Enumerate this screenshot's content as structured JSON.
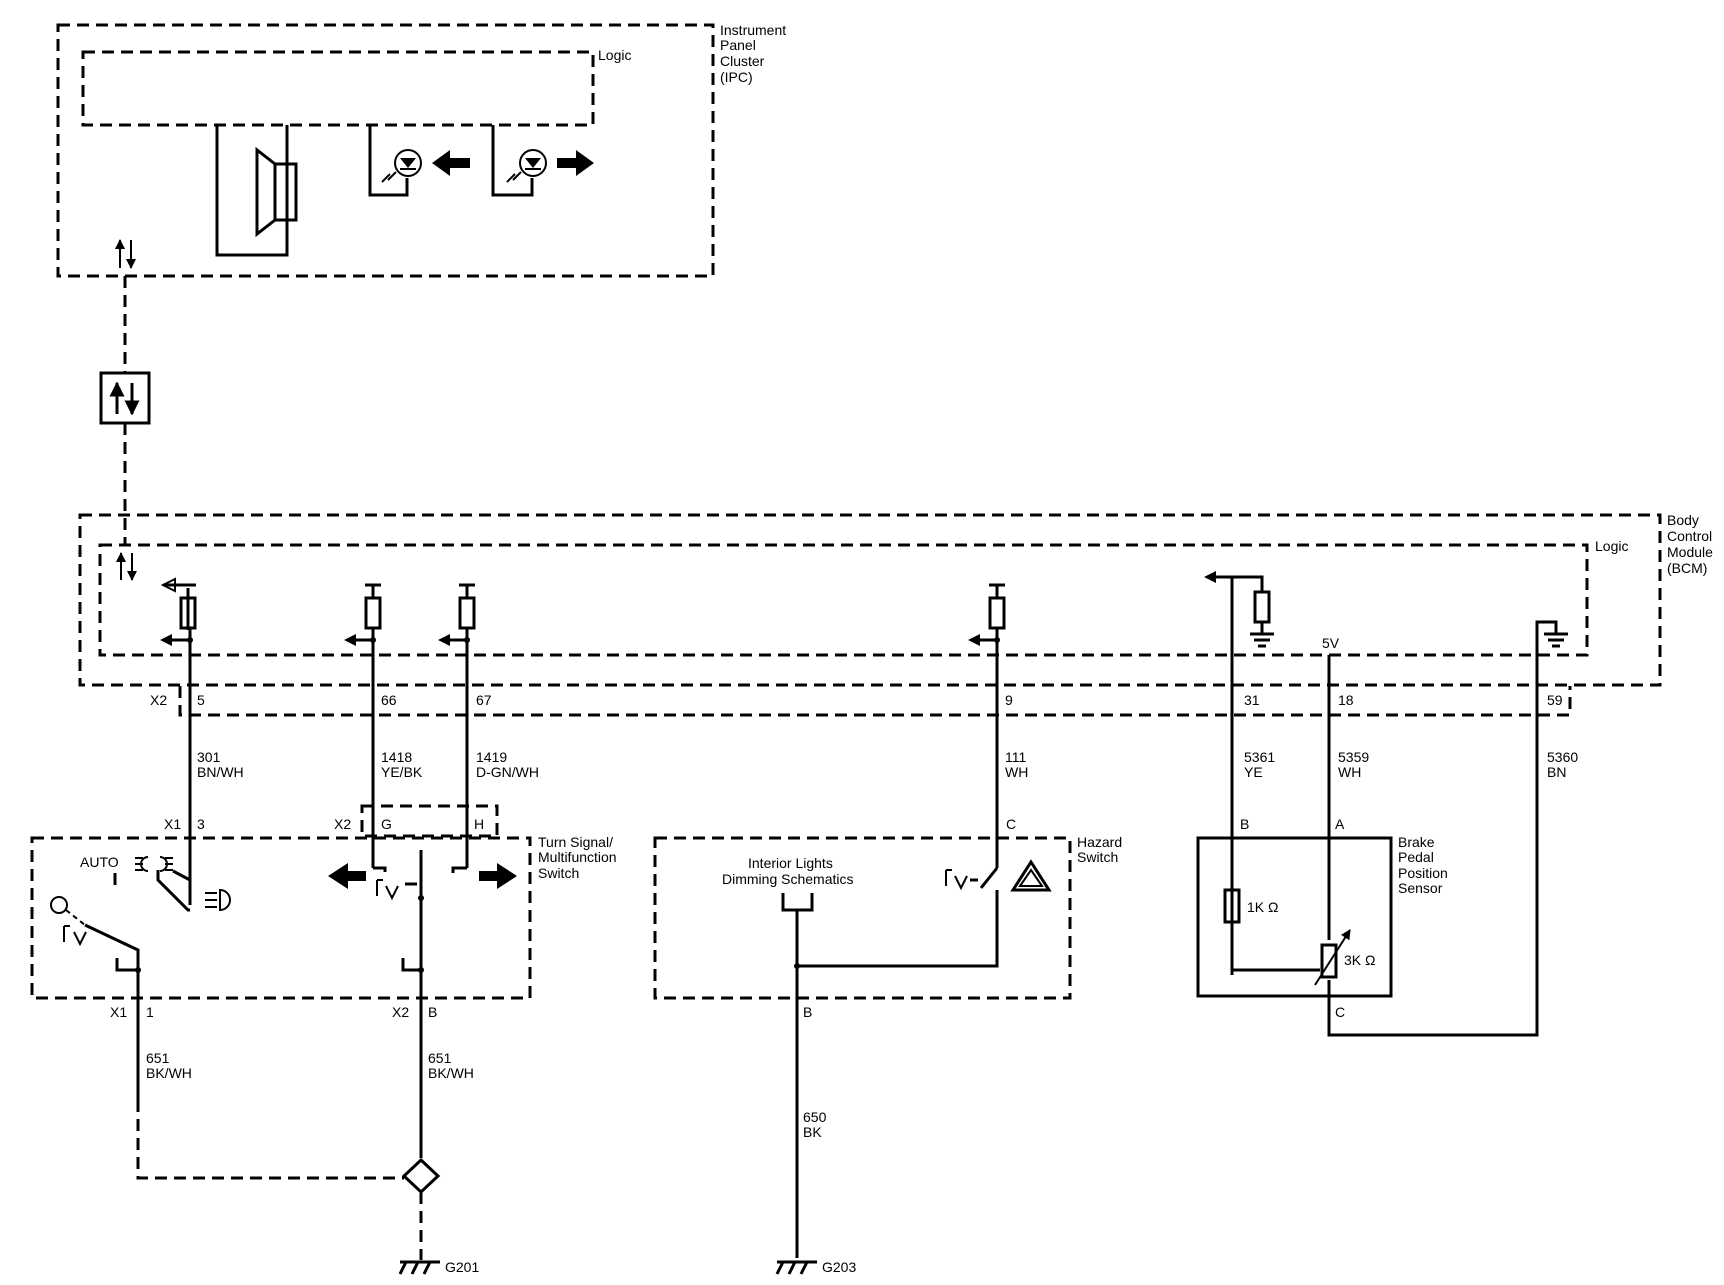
{
  "ipc": {
    "title_lines": [
      "Instrument",
      "Panel",
      "Cluster",
      "(IPC)"
    ],
    "logic": "Logic"
  },
  "bcm": {
    "title_lines": [
      "Body",
      "Control",
      "Module",
      "(BCM)"
    ],
    "logic": "Logic",
    "five_v": "5V"
  },
  "bcm_pins": {
    "connector": "X2",
    "p5": "5",
    "p66": "66",
    "p67": "67",
    "p9": "9",
    "p31": "31",
    "p18": "18",
    "p59": "59"
  },
  "wires": {
    "w301": {
      "circuit": "301",
      "color": "BN/WH"
    },
    "w1418": {
      "circuit": "1418",
      "color": "YE/BK"
    },
    "w1419": {
      "circuit": "1419",
      "color": "D-GN/WH"
    },
    "w111": {
      "circuit": "111",
      "color": "WH"
    },
    "w5361": {
      "circuit": "5361",
      "color": "YE"
    },
    "w5359": {
      "circuit": "5359",
      "color": "WH"
    },
    "w5360": {
      "circuit": "5360",
      "color": "BN"
    },
    "w651a": {
      "circuit": "651",
      "color": "BK/WH"
    },
    "w651b": {
      "circuit": "651",
      "color": "BK/WH"
    },
    "w650": {
      "circuit": "650",
      "color": "BK"
    }
  },
  "turn_switch": {
    "title_lines": [
      "Turn Signal/",
      "Multifunction",
      "Switch"
    ],
    "auto": "AUTO",
    "x1_top": "X1",
    "pin3": "3",
    "x2_top": "X2",
    "pinG": "G",
    "pinH": "H",
    "x1_bottom": "X1",
    "pin1": "1",
    "x2_bottom": "X2",
    "pinB": "B"
  },
  "hazard": {
    "title_lines": [
      "Hazard",
      "Switch"
    ],
    "pinC": "C",
    "pinB": "B"
  },
  "interior": {
    "title_lines": [
      "Interior Lights",
      "Dimming Schematics"
    ]
  },
  "brake": {
    "title_lines": [
      "Brake",
      "Pedal",
      "Position",
      "Sensor"
    ],
    "pinB": "B",
    "pinA": "A",
    "pinC": "C",
    "r1": "1K Ω",
    "r2": "3K Ω"
  },
  "grounds": {
    "g201": "G201",
    "g203": "G203"
  }
}
